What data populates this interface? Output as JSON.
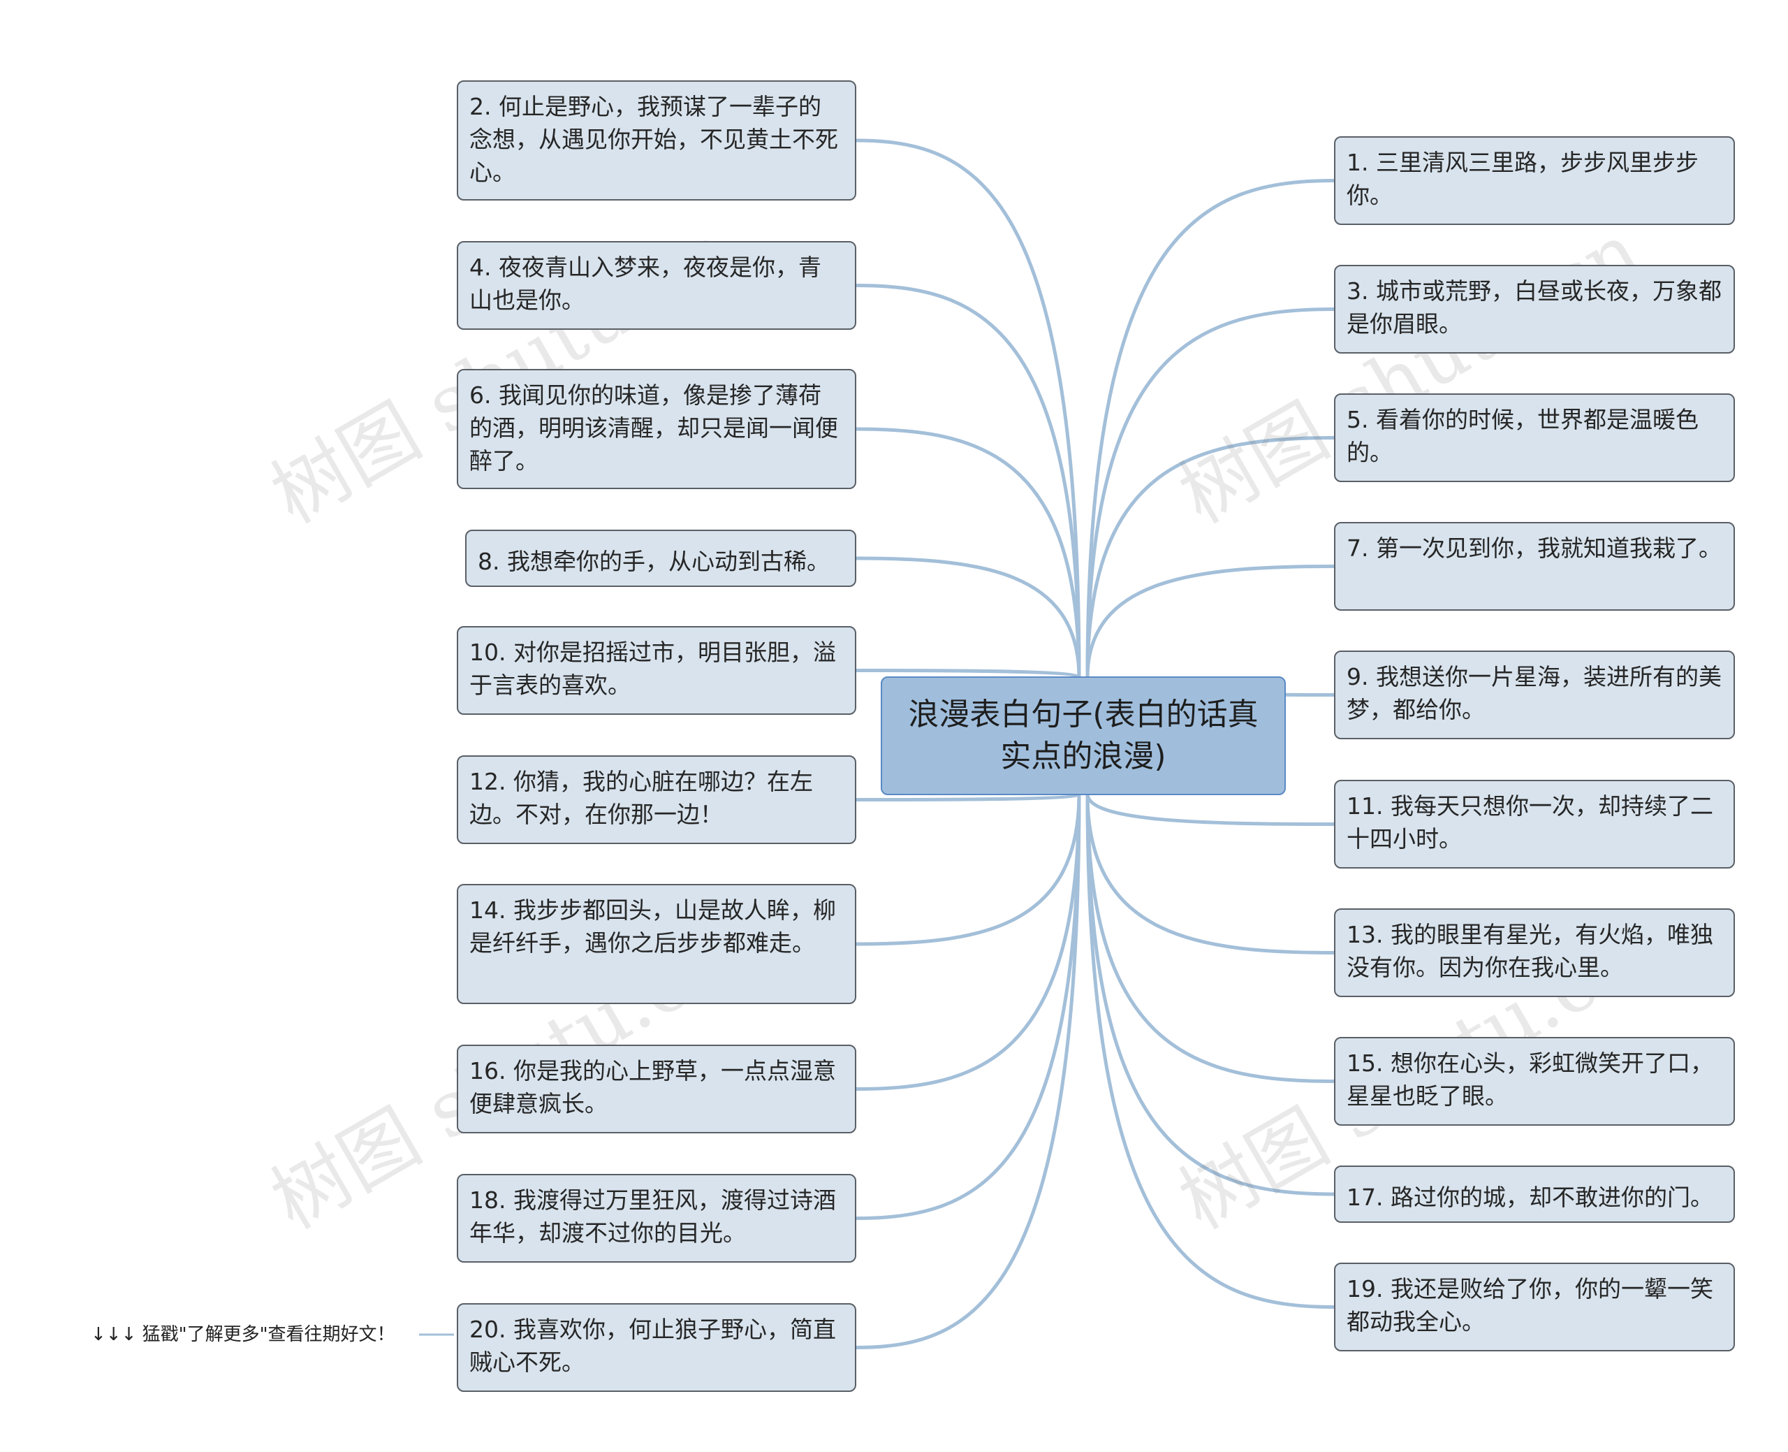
{
  "root": {
    "label": "浪漫表白句子(表白的话真实点的浪漫)"
  },
  "left_nodes": [
    {
      "label": "2. 何止是野心，我预谋了一辈子的念想，从遇见你开始，不见黄土不死心。"
    },
    {
      "label": "4. 夜夜青山入梦来，夜夜是你，青山也是你。"
    },
    {
      "label": "6. 我闻见你的味道，像是掺了薄荷的酒，明明该清醒，却只是闻一闻便醉了。"
    },
    {
      "label": "8. 我想牵你的手，从心动到古稀。"
    },
    {
      "label": "10. 对你是招摇过市，明目张胆，溢于言表的喜欢。"
    },
    {
      "label": "12. 你猜，我的心脏在哪边？在左边。不对，在你那一边！"
    },
    {
      "label": "14. 我步步都回头，山是故人眸，柳是纤纤手，遇你之后步步都难走。"
    },
    {
      "label": "16. 你是我的心上野草，一点点湿意便肆意疯长。"
    },
    {
      "label": "18. 我渡得过万里狂风，渡得过诗酒年华，却渡不过你的目光。"
    },
    {
      "label": "20. 我喜欢你，何止狼子野心，简直贼心不死。"
    }
  ],
  "right_nodes": [
    {
      "label": "1. 三里清风三里路，步步风里步步你。"
    },
    {
      "label": "3. 城市或荒野，白昼或长夜，万象都是你眉眼。"
    },
    {
      "label": "5. 看着你的时候，世界都是温暖色的。"
    },
    {
      "label": "7. 第一次见到你，我就知道我栽了。"
    },
    {
      "label": "9. 我想送你一片星海，装进所有的美梦，都给你。"
    },
    {
      "label": "11. 我每天只想你一次，却持续了二十四小时。"
    },
    {
      "label": "13. 我的眼里有星光，有火焰，唯独没有你。因为你在我心里。"
    },
    {
      "label": "15. 想你在心头，彩虹微笑开了口，星星也眨了眼。"
    },
    {
      "label": "17. 路过你的城，却不敢进你的门。"
    },
    {
      "label": "19. 我还是败给了你，你的一颦一笑都动我全心。"
    }
  ],
  "footer": {
    "label": "↓↓↓ 猛戳\"了解更多\"查看往期好文！"
  },
  "watermark": {
    "label": "树图 shutu.cn"
  },
  "colors": {
    "link": "#a3bfd9",
    "node_fill": "#d8e3ed",
    "root_fill": "#a0bedc",
    "root_border": "#5a89c4"
  }
}
